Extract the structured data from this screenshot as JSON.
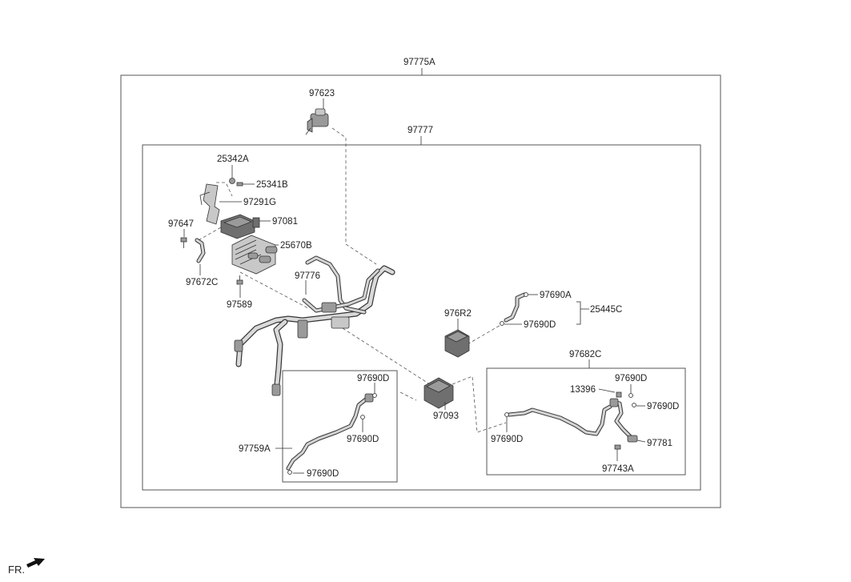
{
  "labels": {
    "assy_outer": "97775A",
    "assy_inner": "97777",
    "sensor_top": "97623",
    "nut": "25342A",
    "bolt_small": "25341B",
    "bracket": "97291G",
    "bolt_left": "97647",
    "valve": "97081",
    "cooler": "25670B",
    "hose_small": "97672C",
    "bolt_cooler": "97589",
    "pipe_main": "97776",
    "sensor_mid": "976R2",
    "sensor_low": "97093",
    "oring_a": "97690A",
    "oring_d_right1": "97690D",
    "group_label": "25445C",
    "pipe_right": "97682C",
    "bolt_right": "13396",
    "oring_d_right2": "97690D",
    "oring_d_right3": "97690D",
    "oring_d_right4": "97690D",
    "clamp_right": "97781",
    "bolt_bottom": "97743A",
    "oring_d_box1": "97690D",
    "oring_d_box2": "97690D",
    "oring_d_box3": "97690D",
    "pipe_left": "97759A",
    "front": "FR."
  },
  "icons": {
    "front_arrow": "front-arrow-icon"
  }
}
